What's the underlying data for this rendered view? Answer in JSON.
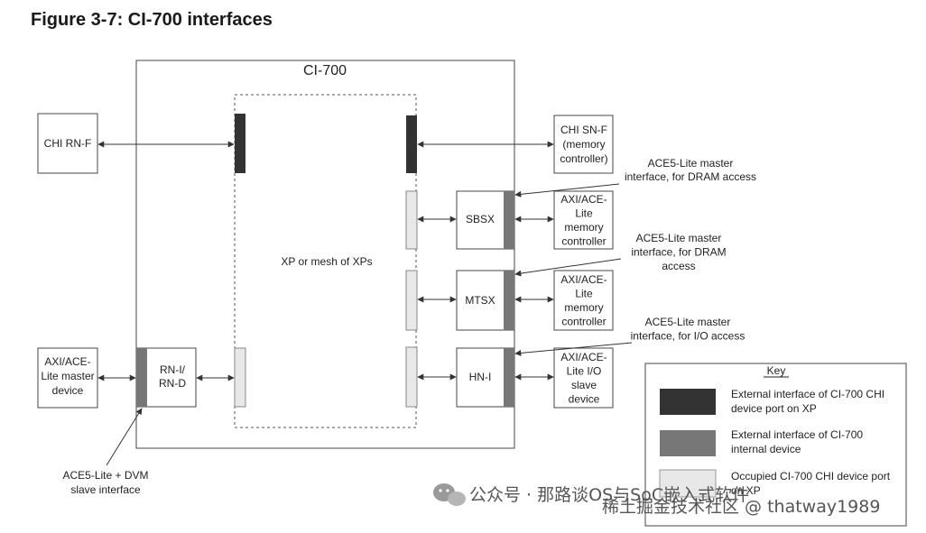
{
  "figure_title": "Figure 3-7: CI-700 interfaces",
  "ci700_label": "CI-700",
  "mesh_label": "XP or mesh of XPs",
  "colors": {
    "external_chi": "#333333",
    "external_internal": "#777777",
    "occupied": "#e8e8e8"
  },
  "devices": {
    "chi_rn_f": [
      "CHI RN-F"
    ],
    "chi_sn_f": [
      "CHI SN-F",
      "(memory",
      "controller)"
    ],
    "axi_master": [
      "AXI/ACE-",
      "Lite master",
      "device"
    ],
    "rn_i": [
      "RN-I/",
      "RN-D"
    ],
    "sbsx": [
      "SBSX"
    ],
    "mtsx": [
      "MTSX"
    ],
    "hn_i": [
      "HN-I"
    ],
    "mem_ctrl_1": [
      "AXI/ACE-",
      "Lite",
      "memory",
      "controller"
    ],
    "mem_ctrl_2": [
      "AXI/ACE-",
      "Lite",
      "memory",
      "controller"
    ],
    "io_slave": [
      "AXI/ACE-",
      "Lite I/O",
      "slave",
      "device"
    ]
  },
  "annotations": {
    "sbsx_master": [
      "ACE5-Lite master",
      "interface, for DRAM access"
    ],
    "mtsx_master": [
      "ACE5-Lite master",
      "interface, for DRAM",
      "access"
    ],
    "hni_master": [
      "ACE5-Lite master",
      "interface, for I/O access"
    ],
    "rni_slave": [
      "ACE5-Lite + DVM",
      "slave interface"
    ]
  },
  "key": {
    "title": "Key",
    "items": [
      {
        "swatch": "external_chi",
        "text": [
          "External interface of CI-700 CHI",
          "device port on XP"
        ]
      },
      {
        "swatch": "external_internal",
        "text": [
          "External interface of CI-700",
          "internal device"
        ]
      },
      {
        "swatch": "occupied",
        "text": [
          "Occupied CI-700 CHI device port",
          "on XP"
        ]
      }
    ]
  },
  "watermark": "公众号 · 那路谈OS与SoC嵌入式软件",
  "watermark2": "稀土掘金技术社区 @ thatway1989"
}
